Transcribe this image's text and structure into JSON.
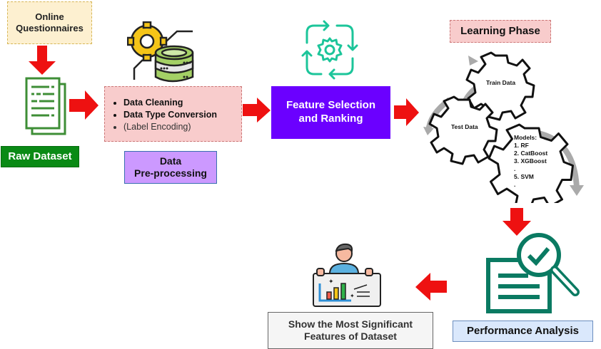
{
  "sources": {
    "questionnaires": "Online\nQuestionnaires"
  },
  "raw_dataset": {
    "label": "Raw Dataset"
  },
  "preprocessing": {
    "steps": [
      "Data Cleaning",
      "Data Type Conversion",
      "(Label Encoding)"
    ],
    "label_line1": "Data",
    "label_line2": "Pre-processing"
  },
  "feature_selection": {
    "line1": "Feature Selection",
    "line2": "and Ranking"
  },
  "learning_phase": {
    "label": "Learning Phase",
    "train_gear": "Train Data",
    "test_gear": "Test Data",
    "models_title": "Models:",
    "models": [
      "1. RF",
      "2. CatBoost",
      "3. XGBoost",
      ".",
      "5. SVM",
      "."
    ]
  },
  "performance": {
    "label": "Performance Analysis"
  },
  "result": {
    "line1": "Show the Most Significant",
    "line2": "Features of Dataset"
  },
  "colors": {
    "arrow": "#ee1111",
    "raw_dataset": "#0a8a15",
    "feature_selection": "#6b00ff",
    "preprocessing_label": "#cc99ff",
    "teal_icon": "#0a7a62"
  }
}
